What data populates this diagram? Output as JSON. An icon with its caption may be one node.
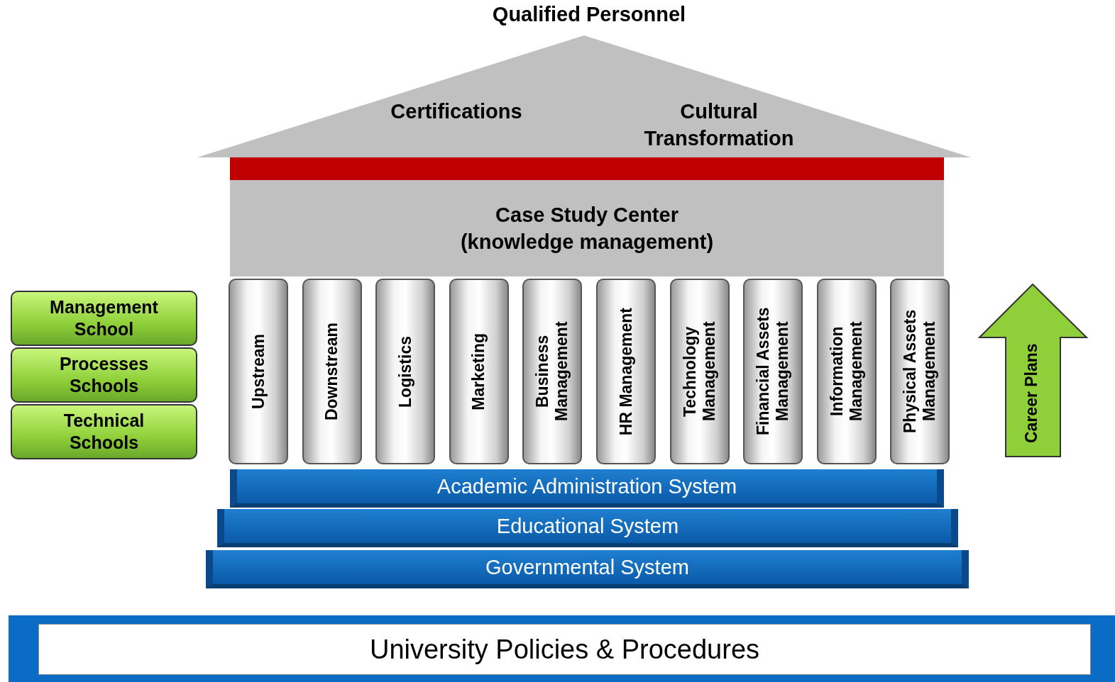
{
  "diagram": {
    "title": "Qualified Personnel",
    "nodes": [
      {
        "text": [
          "Certifications",
          "Cultural Transformation"
        ]
      },
      {
        "text": [],
        "shape": "bar"
      },
      {
        "text": [
          "Case Study Center (knowledge management)"
        ]
      },
      {
        "text": [
          "Upstream"
        ]
      },
      {
        "text": [
          "Downstream"
        ]
      },
      {
        "text": [
          "Logistics"
        ]
      },
      {
        "text": [
          "Marketing"
        ]
      },
      {
        "text": [
          "Business Management"
        ]
      },
      {
        "text": [
          "HR Management"
        ]
      },
      {
        "text": [
          "Technology Management"
        ]
      },
      {
        "text": [
          "Financial Assets Management"
        ]
      },
      {
        "text": [
          "Information Management"
        ]
      },
      {
        "text": [
          "Physical Assets Management"
        ]
      },
      {
        "text": [
          "Management School"
        ]
      },
      {
        "text": [
          "Processes Schools"
        ]
      },
      {
        "text": [
          "Technical Schools"
        ]
      },
      {
        "text": [
          "Career Plans"
        ]
      },
      {
        "text": [
          "Academic Administration System"
        ]
      },
      {
        "text": [
          "Educational System"
        ]
      },
      {
        "text": [
          "Governmental System"
        ]
      },
      {
        "text": [
          "University Policies & Procedures"
        ]
      }
    ]
  }
}
